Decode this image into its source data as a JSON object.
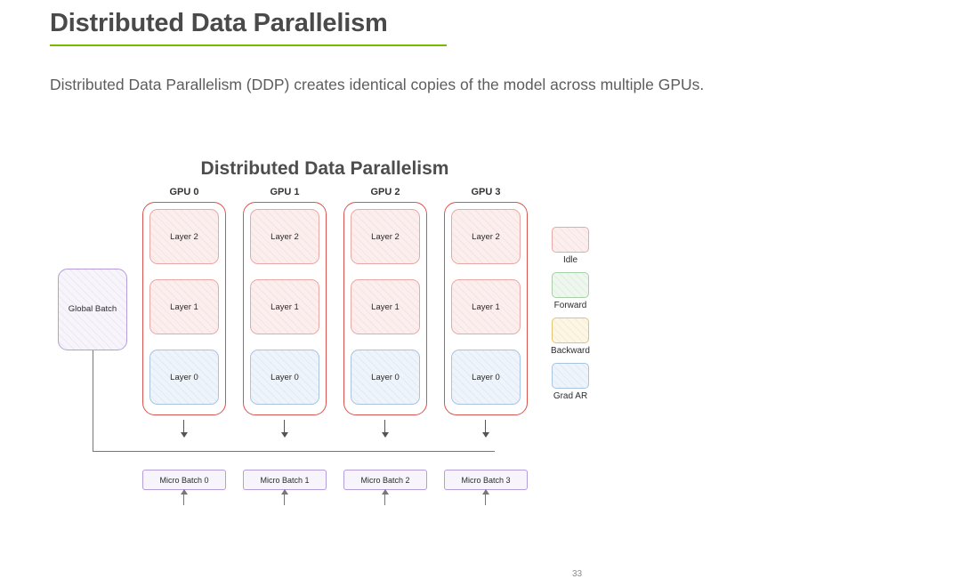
{
  "slide": {
    "title": "Distributed Data Parallelism",
    "subtitle": "Distributed Data Parallelism (DDP) creates identical copies of the model across multiple GPUs.",
    "page_number": "33",
    "accent_color": "#76b900",
    "title_color": "#4a4a4a"
  },
  "diagram": {
    "title": "Distributed Data Parallelism",
    "global_batch": {
      "label": "Global Batch",
      "border_color": "#b39ddb",
      "fill_color": "#f7f4fb"
    },
    "gpu_border_color": "#d9534f",
    "gpus": [
      {
        "label": "GPU 0",
        "layers": [
          {
            "label": "Layer 2",
            "state": "idle"
          },
          {
            "label": "Layer 1",
            "state": "idle"
          },
          {
            "label": "Layer 0",
            "state": "gradar"
          }
        ],
        "micro_batch": "Micro Batch 0"
      },
      {
        "label": "GPU 1",
        "layers": [
          {
            "label": "Layer 2",
            "state": "idle"
          },
          {
            "label": "Layer 1",
            "state": "idle"
          },
          {
            "label": "Layer 0",
            "state": "gradar"
          }
        ],
        "micro_batch": "Micro Batch 1"
      },
      {
        "label": "GPU 2",
        "layers": [
          {
            "label": "Layer 2",
            "state": "idle"
          },
          {
            "label": "Layer 1",
            "state": "idle"
          },
          {
            "label": "Layer 0",
            "state": "gradar"
          }
        ],
        "micro_batch": "Micro Batch 2"
      },
      {
        "label": "GPU 3",
        "layers": [
          {
            "label": "Layer 2",
            "state": "idle"
          },
          {
            "label": "Layer 1",
            "state": "idle"
          },
          {
            "label": "Layer 0",
            "state": "gradar"
          }
        ],
        "micro_batch": "Micro Batch 3"
      }
    ],
    "legend": [
      {
        "label": "Idle",
        "state": "idle",
        "fill_color": "#fdeeee",
        "border_color": "#e8a9a4"
      },
      {
        "label": "Forward",
        "state": "forward",
        "fill_color": "#eef7ee",
        "border_color": "#a9cfa6"
      },
      {
        "label": "Backward",
        "state": "backward",
        "fill_color": "#fdf6e3",
        "border_color": "#e3c271"
      },
      {
        "label": "Grad AR",
        "state": "gradar",
        "fill_color": "#eef4fb",
        "border_color": "#a8c4e0"
      }
    ]
  }
}
